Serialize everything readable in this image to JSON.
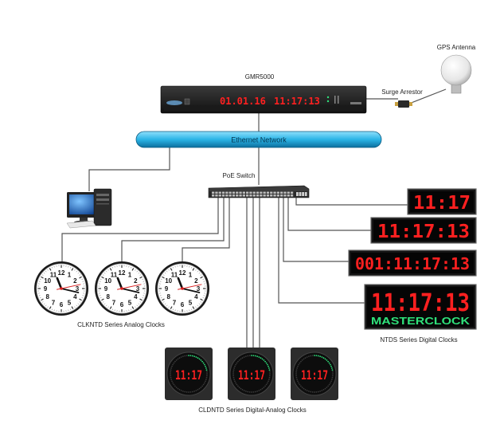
{
  "labels": {
    "gmr": "GMR5000",
    "gps": "GPS Antenna",
    "surge": "Surge Arrestor",
    "ethernet": "Ethernet Network",
    "poe": "PoE Switch",
    "analog": "CLKNTD Series Analog Clocks",
    "ntds": "NTDS Series Digital Clocks",
    "cldntd": "CLDNTD Series Digital-Analog Clocks"
  },
  "gmr_display": {
    "date": "01.01.16",
    "time": "11:17:13"
  },
  "digital_clocks": [
    {
      "text": "11:17"
    },
    {
      "text": "11:17:13"
    },
    {
      "text": "001:11:17:13"
    },
    {
      "text": "11:17:13",
      "subtext": "MASTERCLOCK"
    }
  ],
  "round_clocks": [
    {
      "text": "11:17"
    },
    {
      "text": "11:17"
    },
    {
      "text": "11:17"
    }
  ],
  "analog_clocks": [
    {
      "hour": 11,
      "minute": 17,
      "second": 13
    },
    {
      "hour": 11,
      "minute": 17,
      "second": 13
    },
    {
      "hour": 11,
      "minute": 17,
      "second": 13
    }
  ],
  "colors": {
    "led": "#ff2020",
    "ethernet_band": "#2bb4e6",
    "green_led": "#2fe07a"
  }
}
